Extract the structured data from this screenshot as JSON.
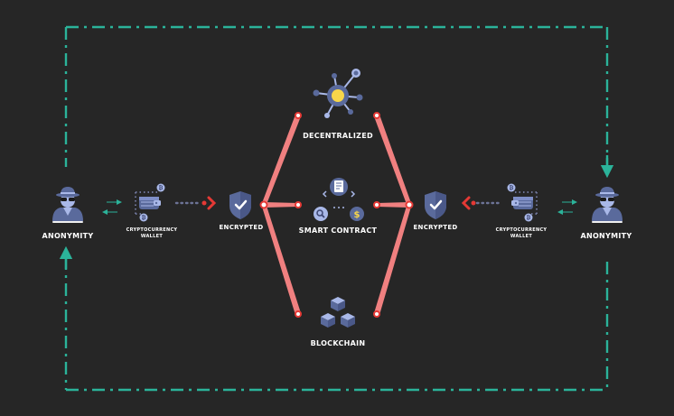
{
  "labels": {
    "anonymity_left": "ANONYMITY",
    "anonymity_right": "ANONYMITY",
    "wallet_left_line1": "CRYPTOCURRENCY",
    "wallet_left_line2": "WALLET",
    "wallet_right_line1": "CRYPTOCURRENCY",
    "wallet_right_line2": "WALLET",
    "encrypted_left": "ENCRYPTED",
    "encrypted_right": "ENCRYPTED",
    "decentralized": "DECENTRALIZED",
    "smart_contract": "SMART CONTRACT",
    "blockchain": "BLOCKCHAIN"
  },
  "colors": {
    "background": "#262626",
    "dash_border": "#2bb39a",
    "arrows": "#2bb39a",
    "connector": "#f08080",
    "connector_node": "#e53935",
    "chevron": "#e53935",
    "icon_blue": "#5a6a9c",
    "icon_light": "#a9b8e8",
    "accent_yellow": "#f7d64a"
  },
  "icons": [
    "spy-icon",
    "crypto-wallet-icon",
    "shield-check-icon",
    "network-hub-icon",
    "smart-contract-icon",
    "blockchain-cubes-icon"
  ]
}
